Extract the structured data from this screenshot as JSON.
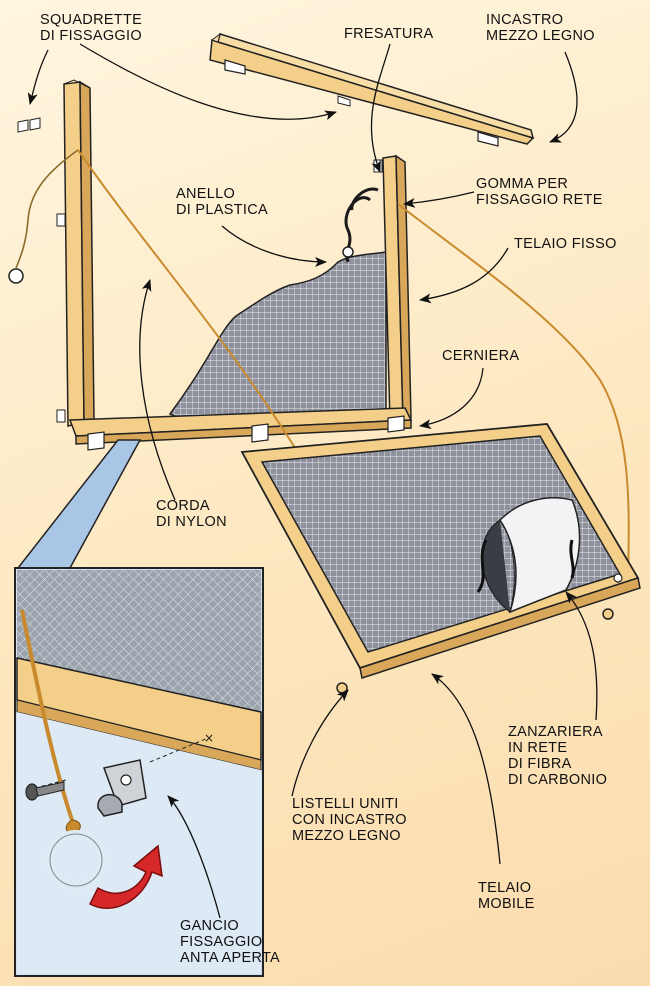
{
  "labels": {
    "squadrette": "SQUADRETTE\nDI FISSAGGIO",
    "fresatura": "FRESATURA",
    "incastro": "INCASTRO\nMEZZO LEGNO",
    "anello": "ANELLO\nDI PLASTICA",
    "gomma": "GOMMA PER\nFISSAGGIO RETE",
    "telaio_fisso": "TELAIO FISSO",
    "cerniera": "CERNIERA",
    "corda": "CORDA\nDI NYLON",
    "zanzariera": "ZANZARIERA\nIN RETE\nDI FIBRA\nDI CARBONIO",
    "listelli": "LISTELLI UNITI\nCON INCASTRO\nMEZZO LEGNO",
    "telaio_mobile": "TELAIO\nMOBILE",
    "gancio": "GANCIO\nFISSAGGIO\nANTA APERTA"
  },
  "colors": {
    "wood": "#f3cf8a",
    "wood_dark": "#d9a75a",
    "mesh": "#8d8f99",
    "rope": "#c98a2e",
    "arrow_red": "#d62828",
    "inset_bg": "#cfe0f2"
  }
}
